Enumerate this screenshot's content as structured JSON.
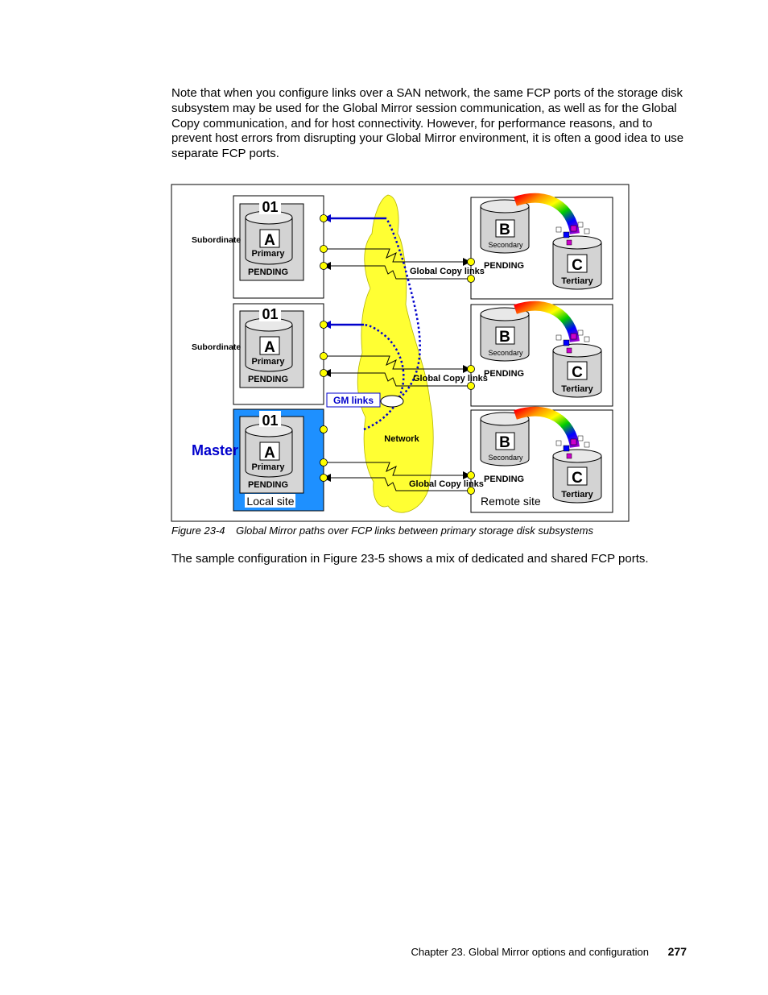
{
  "body": {
    "paragraph1": "Note that when you configure links over a SAN network, the same FCP ports of the storage disk subsystem may be used for the Global Mirror session communication, as well as for the Global Copy communication, and for host connectivity. However, for performance reasons, and to prevent host errors from disrupting your Global Mirror environment, it is often a good idea to use separate FCP ports.",
    "paragraph2": "The sample configuration in Figure 23-5 shows a mix of dedicated and shared FCP ports."
  },
  "figure": {
    "caption_number": "Figure 23-4",
    "caption_text": "Global Mirror paths over FCP links between primary storage disk subsystems",
    "session_id": "01",
    "primary_letter": "A",
    "primary_label": "Primary",
    "secondary_letter": "B",
    "secondary_label": "Secondary",
    "tertiary_letter": "C",
    "tertiary_label": "Tertiary",
    "pending_label": "PENDING",
    "subordinate_label": "Subordinate",
    "master_label": "Master",
    "global_copy_links_label": "Global Copy links",
    "gm_links_label": "GM links",
    "network_label": "Network",
    "local_site_label": "Local site",
    "remote_site_label": "Remote site",
    "colors": {
      "master_box": "#1e90ff",
      "network_cloud": "#ffff33",
      "gm_link": "#0000cc",
      "port": "#ffff00",
      "cylinder": "#d3d3d3"
    }
  },
  "footer": {
    "chapter": "Chapter 23. Global Mirror options and configuration",
    "page_number": "277"
  }
}
